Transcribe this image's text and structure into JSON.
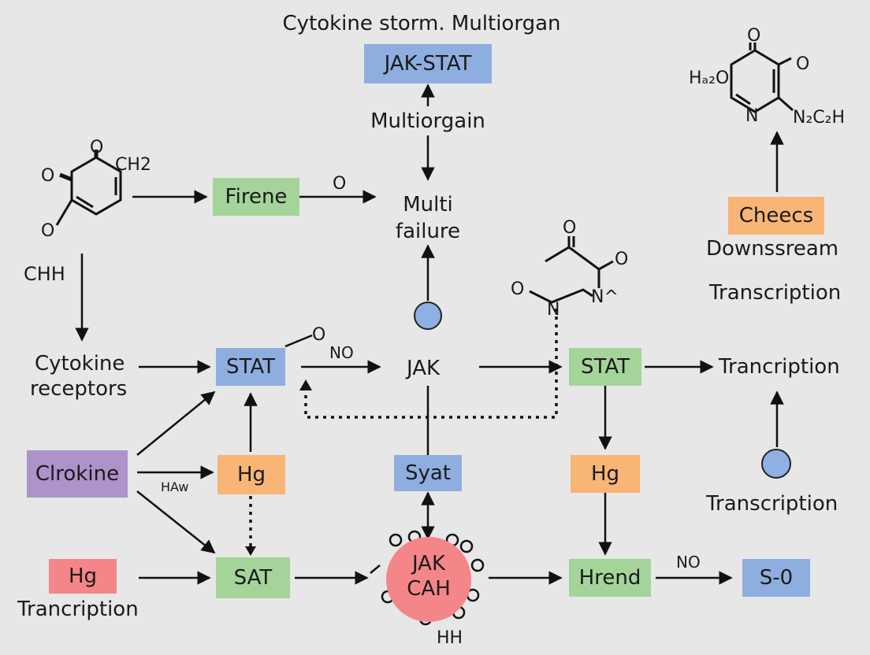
{
  "title": "Cytokine storm. Multiorgan",
  "boxes": {
    "jak_stat_top": "JAK-STAT",
    "firene": "Firene",
    "stat_left": "STAT",
    "stat_right": "STAT",
    "clrokine": "Clrokine",
    "hg_mid": "Hg",
    "hg_right": "Hg",
    "hg_left": "Hg",
    "syat": "Syat",
    "sat": "SAT",
    "hrend": "Hrend",
    "s0": "S-0",
    "cheecs": "Cheecs"
  },
  "texts": {
    "multiorgain": "Multiorgain",
    "multi_failure_1": "Multi",
    "multi_failure_2": "failure",
    "chh": "CHH",
    "cytokine_receptors_1": "Cytokine",
    "cytokine_receptors_2": "receptors",
    "jak_mid": "JAK",
    "tranc_right": "Trancription",
    "downsream": "Downssream",
    "transcription_right1": "Transcription",
    "transcription_right2": "Transcription",
    "tranc_bottom": "Trancription",
    "jak_cah_1": "JAK",
    "jak_cah_2": "CAH",
    "hh": "HH",
    "o_firene": "O",
    "no_stat": "NO",
    "no_hrend": "NO",
    "haw": "HAw",
    "o_stat": "O"
  },
  "molecules": {
    "left_ch2": "CH2",
    "left_o_top": "O",
    "left_o_left": "O",
    "left_o_bottom": "O",
    "right_h2": "Hₐ₂O",
    "right_o_top": "O",
    "right_o_right": "O",
    "right_n": "N",
    "right_n2c2h": "N₂C₂H",
    "mid_o_top": "O",
    "mid_o_right": "O",
    "mid_o_left": "O",
    "mid_n1": "N",
    "mid_n2": "N^"
  },
  "colors": {
    "blue": "#8eaedf",
    "green": "#a4d49a",
    "orange": "#f8b576",
    "purple": "#ad93c9",
    "red": "#f4868a",
    "node": "#8fb0e4"
  }
}
